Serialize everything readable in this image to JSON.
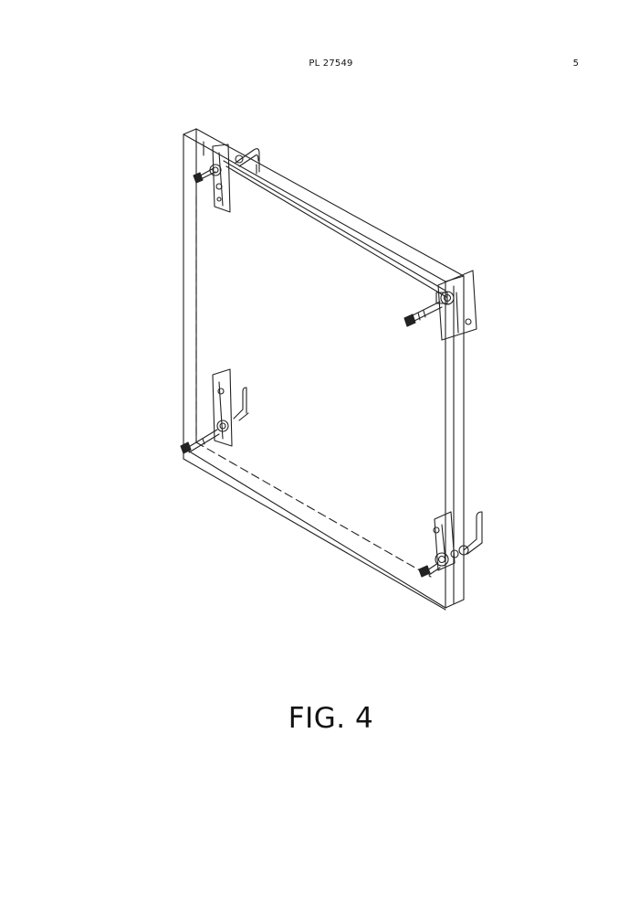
{
  "header": {
    "document_number": "PL 27549",
    "page_number": "5"
  },
  "figure": {
    "caption": "FIG. 4"
  }
}
